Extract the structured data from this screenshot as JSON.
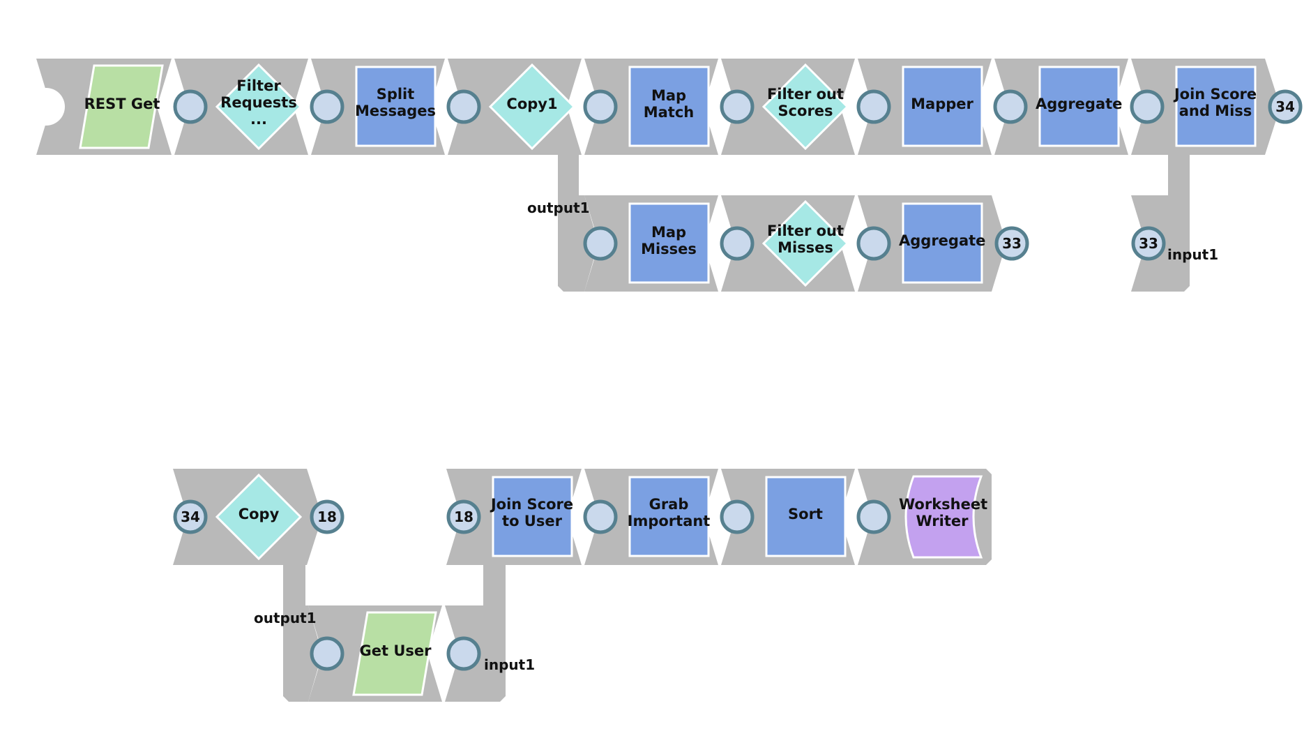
{
  "colors": {
    "track": "#b9b9b9",
    "blue_snap": "#7ba0e2",
    "teal_snap": "#a6e8e5",
    "green_snap": "#b8dfa4",
    "purple_snap": "#c3a1ef",
    "port_fill": "#cad9ec",
    "port_ring": "#56808f"
  },
  "snaps": [
    {
      "id": "rest-get",
      "label": "REST Get",
      "shape": "parallelogram",
      "icon": "read-icon"
    },
    {
      "id": "filter-requests",
      "label": "Filter Requests ...",
      "shape": "diamond",
      "icon": "filter-icon"
    },
    {
      "id": "split-messages",
      "label": "Split Messages",
      "shape": "square",
      "icon": "transform-icon"
    },
    {
      "id": "copy1",
      "label": "Copy1",
      "shape": "diamond",
      "icon": "flow-icon"
    },
    {
      "id": "map-match",
      "label": "Map Match",
      "shape": "square",
      "icon": "transform-icon"
    },
    {
      "id": "filter-out-scores",
      "label": "Filter out Scores",
      "shape": "diamond",
      "icon": "filter-icon"
    },
    {
      "id": "mapper",
      "label": "Mapper",
      "shape": "square",
      "icon": "transform-icon"
    },
    {
      "id": "aggregate-top",
      "label": "Aggregate",
      "shape": "square",
      "icon": "transform-icon"
    },
    {
      "id": "join-score-and-miss",
      "label": "Join Score and Miss",
      "shape": "square",
      "icon": "join-icon"
    },
    {
      "id": "map-misses",
      "label": "Map Misses",
      "shape": "square",
      "icon": "transform-icon"
    },
    {
      "id": "filter-out-misses",
      "label": "Filter out Misses",
      "shape": "diamond",
      "icon": "filter-icon"
    },
    {
      "id": "aggregate-branch",
      "label": "Aggregate",
      "shape": "square",
      "icon": "transform-icon"
    },
    {
      "id": "copy",
      "label": "Copy",
      "shape": "diamond",
      "icon": "flow-icon"
    },
    {
      "id": "get-user",
      "label": "Get User",
      "shape": "parallelogram",
      "icon": "read-icon"
    },
    {
      "id": "join-score-to-user",
      "label": "Join Score to User",
      "shape": "square",
      "icon": "join-icon"
    },
    {
      "id": "grab-important",
      "label": "Grab Important",
      "shape": "square",
      "icon": "transform-icon"
    },
    {
      "id": "sort",
      "label": "Sort",
      "shape": "square",
      "icon": "transform-icon"
    },
    {
      "id": "worksheet-writer",
      "label": "Worksheet Writer",
      "shape": "concave",
      "icon": "write-icon"
    }
  ],
  "ports": {
    "output1_top": "output1",
    "input1_top": "input1",
    "output1_bottom": "output1",
    "input1_bottom": "input1"
  },
  "badges": {
    "top_end": "34",
    "branch_end": "33",
    "join_input": "33",
    "copy_start": "34",
    "copy_end": "18",
    "join_user_start": "18"
  }
}
